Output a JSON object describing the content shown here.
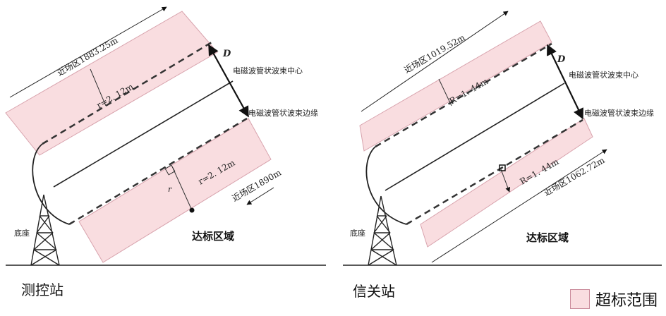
{
  "left_panel": {
    "station_name": "测控站",
    "base_label": "底座",
    "compliance_zone_label": "达标区域",
    "near_field_top": "近场区1883.25m",
    "near_field_bottom": "近场区1890m",
    "radius_top": "r=2. 12m",
    "radius_bottom": "r=2. 12m",
    "radius_symbol": "r",
    "diameter_symbol": "D",
    "beam_center_label": "电磁波管状波束中心",
    "beam_edge_label": "电磁波管状波束边缘"
  },
  "right_panel": {
    "station_name": "信关站",
    "base_label": "底座",
    "compliance_zone_label": "达标区域",
    "near_field_top": "近场区1019.52m",
    "near_field_bottom": "近场区1062.72m",
    "radius_top": "R=1. 44m",
    "radius_bottom": "R=1. 44m",
    "diameter_symbol": "D",
    "beam_center_label": "电磁波管状波束中心",
    "beam_edge_label": "电磁波管状波束边缘"
  },
  "legend": {
    "label": "超标范围",
    "color": "#f9dde0"
  },
  "colors": {
    "exceed_fill": "#f9dde0",
    "exceed_stroke": "#d8a3ad",
    "line": "#222222"
  }
}
